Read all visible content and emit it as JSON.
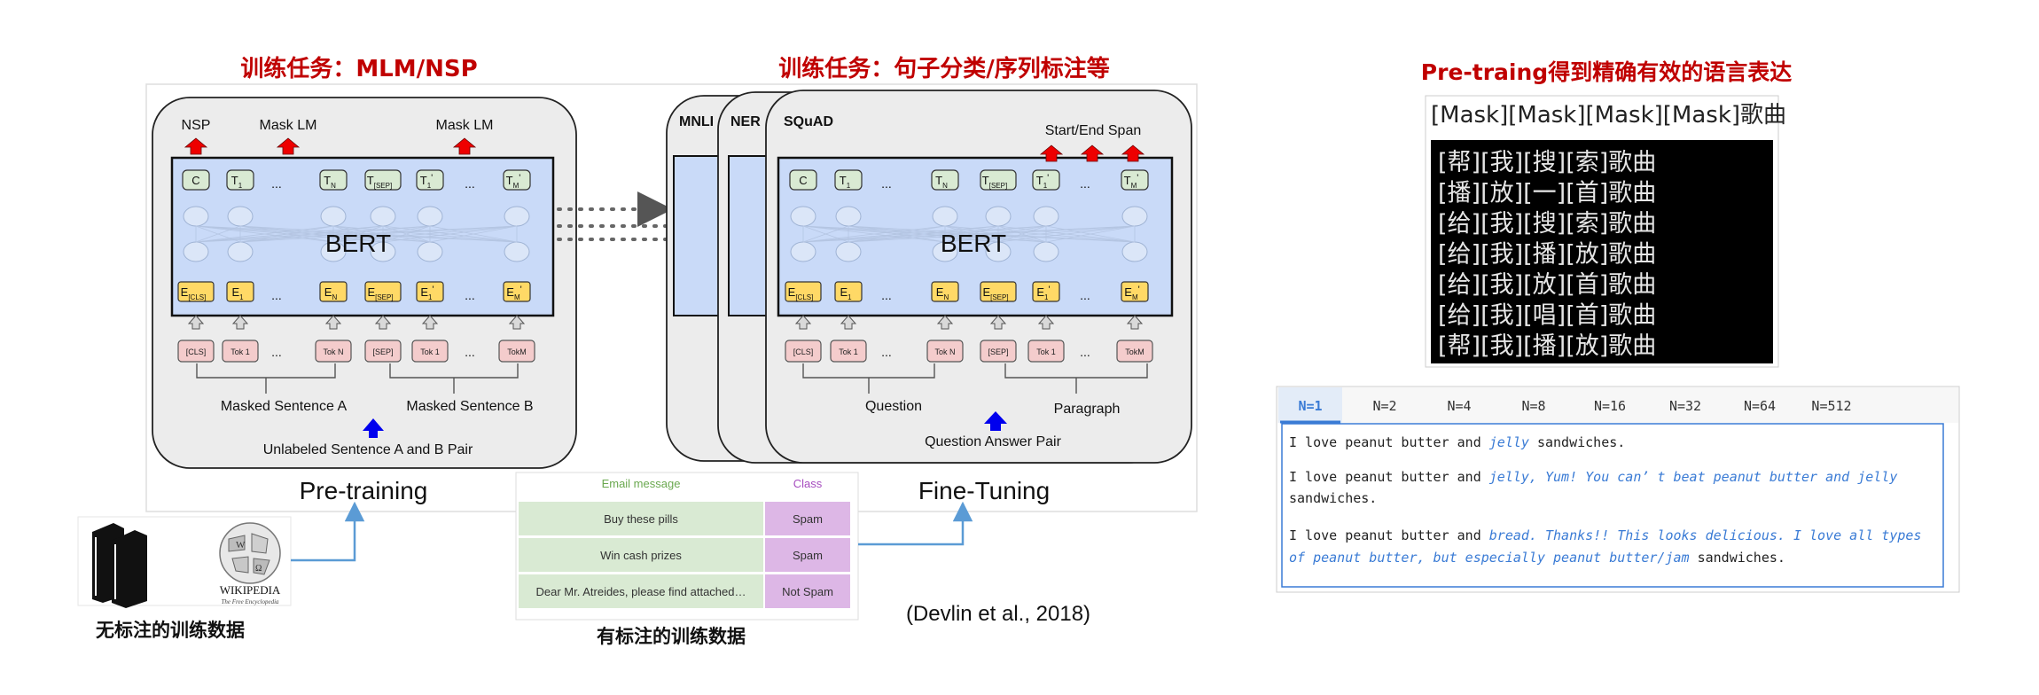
{
  "pretrain": {
    "task_title": "训练任务：MLM/NSP",
    "outputs": [
      "NSP",
      "Mask LM",
      "Mask LM"
    ],
    "bert_label": "BERT",
    "tokens": [
      "[CLS]",
      "Tok 1",
      "...",
      "Tok N",
      "[SEP]",
      "Tok 1",
      "...",
      "TokM"
    ],
    "t_labels": [
      "C",
      "T",
      "...",
      "T",
      "T",
      "T",
      "...",
      "T"
    ],
    "t_subs": [
      "",
      "1",
      "",
      "N",
      "[SEP]",
      "1",
      "",
      "M"
    ],
    "t_primes": [
      "",
      "",
      "",
      "",
      "",
      "'",
      "",
      "'"
    ],
    "e_labels": [
      "E",
      "E",
      "...",
      "E",
      "E",
      "E",
      "...",
      "E"
    ],
    "e_subs": [
      "[CLS]",
      "1",
      "",
      "N",
      "[SEP]",
      "1",
      "",
      "M"
    ],
    "e_primes": [
      "",
      "",
      "",
      "",
      "",
      "'",
      "",
      "'"
    ],
    "sentence_a": "Masked Sentence A",
    "sentence_b": "Masked Sentence B",
    "pair_label": "Unlabeled Sentence A and B Pair",
    "caption": "Pre-training"
  },
  "finetune": {
    "task_title": "训练任务：句子分类/序列标注等",
    "tasks": [
      "MNLI",
      "NER",
      "SQuAD"
    ],
    "output_label": "Start/End Span",
    "bert_label": "BERT",
    "tokens": [
      "[CLS]",
      "Tok 1",
      "...",
      "Tok N",
      "[SEP]",
      "Tok 1",
      "...",
      "TokM"
    ],
    "question": "Question",
    "paragraph": "Paragraph",
    "pair_label": "Question Answer Pair",
    "caption": "Fine-Tuning"
  },
  "unlabeled": {
    "caption": "无标注的训练数据",
    "wiki_name": "WIKIPEDIA",
    "wiki_tagline": "The Free Encyclopedia"
  },
  "labeled_table": {
    "headers": [
      "Email message",
      "Class"
    ],
    "rows": [
      [
        "Buy these pills",
        "Spam"
      ],
      [
        "Win cash prizes",
        "Spam"
      ],
      [
        "Dear Mr. Atreides, please find attached…",
        "Not Spam"
      ]
    ],
    "caption": "有标注的训练数据"
  },
  "citation": "(Devlin et al., 2018)",
  "mask_panel": {
    "title": "Pre-traing得到精确有效的语言表达",
    "header": "[Mask][Mask][Mask][Mask]歌曲",
    "rows": [
      "[帮][我][搜][索]歌曲",
      "[播][放][一][首]歌曲",
      "[给][我][搜][索]歌曲",
      "[给][我][播][放]歌曲",
      "[给][我][放][首]歌曲",
      "[给][我][唱][首]歌曲",
      "[帮][我][播][放]歌曲"
    ]
  },
  "gen_panel": {
    "tabs": [
      "N=1",
      "N=2",
      "N=4",
      "N=8",
      "N=16",
      "N=32",
      "N=64",
      "N=512"
    ],
    "active_tab": "N=1",
    "samples": [
      {
        "prefix": "I love peanut butter and ",
        "gen": "jelly",
        "suffix": " sandwiches."
      },
      {
        "prefix": "I love peanut butter and ",
        "gen": "jelly, Yum! You can’ t beat peanut butter and jelly",
        "suffix": "sandwiches."
      },
      {
        "prefix": "I love peanut butter and ",
        "gen": "bread. Thanks!! This looks delicious. I love all types",
        "gen2": "of peanut butter, but especially peanut butter/jam",
        "suffix": " sandwiches."
      }
    ]
  },
  "colors": {
    "title_red": "#c00000",
    "t_box": "#d9ead3",
    "e_box": "#ffd966",
    "tok_box": "#f4cccc",
    "bert_bg": "#c9daf8",
    "class_bg": "#ddb7e6",
    "table_bg": "#d9ead3",
    "arrow_blue": "#5b9bd5",
    "gen_blue": "#3a7bd5"
  }
}
